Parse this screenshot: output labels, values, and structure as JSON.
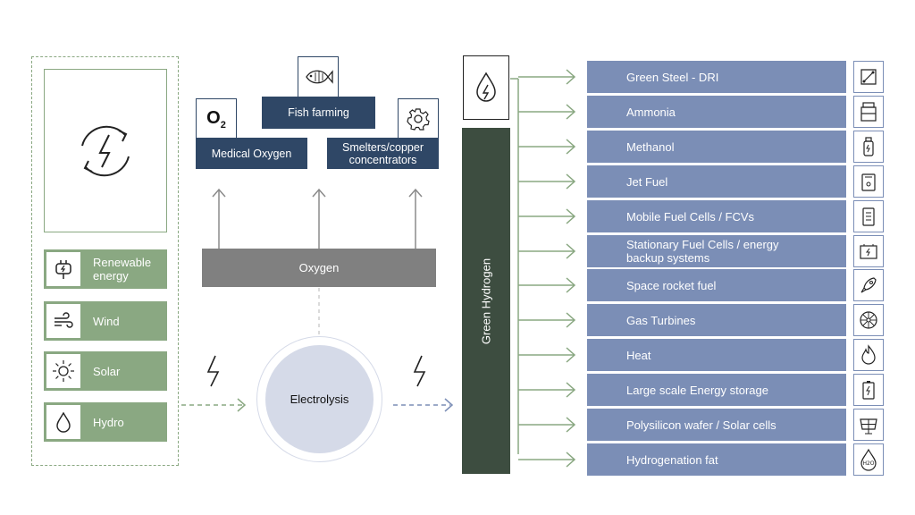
{
  "sources": {
    "items": [
      {
        "label": "Renewable energy",
        "icon": "plug-icon"
      },
      {
        "label": "Wind",
        "icon": "wind-icon"
      },
      {
        "label": "Solar",
        "icon": "sun-icon"
      },
      {
        "label": "Hydro",
        "icon": "water-drop-icon"
      }
    ]
  },
  "oxygen": {
    "label": "Oxygen",
    "outputs": [
      {
        "label": "Medical Oxygen",
        "icon": "o2-icon"
      },
      {
        "label": "Fish farming",
        "icon": "fish-icon"
      },
      {
        "label": "Smelters/copper concentrators",
        "icon": "gear-icon"
      }
    ]
  },
  "electrolysis": {
    "label": "Electrolysis"
  },
  "hydrogen": {
    "label": "Green Hydrogen"
  },
  "uses": [
    {
      "label": "Green Steel - DRI",
      "icon": "steel-icon"
    },
    {
      "label": "Ammonia",
      "icon": "tank-icon"
    },
    {
      "label": "Methanol",
      "icon": "bottle-icon"
    },
    {
      "label": "Jet Fuel",
      "icon": "fuel-can-icon"
    },
    {
      "label": "Mobile Fuel Cells / FCVs",
      "icon": "fuel-cell-icon"
    },
    {
      "label": "Stationary Fuel Cells / energy backup systems",
      "icon": "battery-icon"
    },
    {
      "label": "Space rocket fuel",
      "icon": "rocket-icon"
    },
    {
      "label": "Gas Turbines",
      "icon": "turbine-icon"
    },
    {
      "label": "Heat",
      "icon": "flame-icon"
    },
    {
      "label": "Large scale Energy storage",
      "icon": "storage-battery-icon"
    },
    {
      "label": "Polysilicon wafer / Solar cells",
      "icon": "solar-panel-icon"
    },
    {
      "label": "Hydrogenation fat",
      "icon": "h2o-drop-icon"
    }
  ],
  "colors": {
    "green": "#8aa882",
    "dark_green": "#3d4d40",
    "navy": "#2f4766",
    "periwinkle": "#7b8eb6",
    "grey": "#808080",
    "circle": "#d5dae8"
  }
}
